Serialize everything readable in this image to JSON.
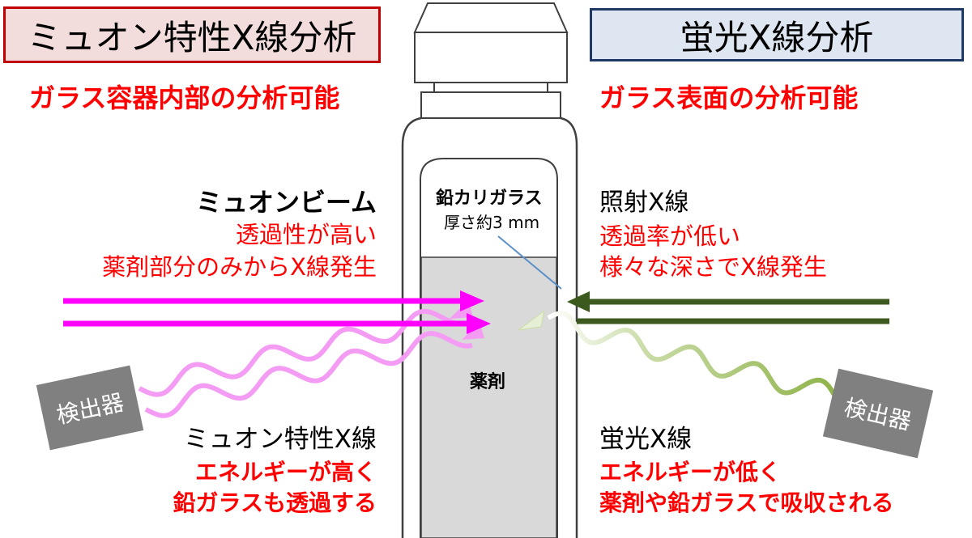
{
  "muon_panel": {
    "title": "ミュオン特性X線分析",
    "subtitle": "ガラス容器内部の分析可能",
    "beam_label": "ミュオンビーム",
    "beam_note_1": "透過性が高い",
    "beam_note_2": "薬剤部分のみからX線発生",
    "emission_label": "ミュオン特性X線",
    "emission_note_1": "エネルギーが高く",
    "emission_note_2": "鉛ガラスも透過する",
    "detector_label": "検出器"
  },
  "xrf_panel": {
    "title": "蛍光X線分析",
    "subtitle": "ガラス表面の分析可能",
    "beam_label": "照射X線",
    "beam_note_1": "透過率が低い",
    "beam_note_2": "様々な深さでX線発生",
    "emission_label": "蛍光X線",
    "emission_note_1": "エネルギーが低く",
    "emission_note_2": "薬剤や鉛ガラスで吸収される",
    "detector_label": "検出器"
  },
  "bottle": {
    "glass_label": "鉛カリガラス",
    "thickness_label": "厚さ約3 mm",
    "contents_label": "薬剤"
  },
  "colors": {
    "muon_beam": "#ff00ff",
    "muon_xray": "#f49cf4",
    "xray_beam": "#3d5a1e",
    "fluorescence": "#8fb34a",
    "text_red": "#ff0000",
    "muon_title_border": "#c00000",
    "xrf_title_border": "#1f3864",
    "detector": "#808080",
    "drug_fill": "#d9d9d9"
  }
}
